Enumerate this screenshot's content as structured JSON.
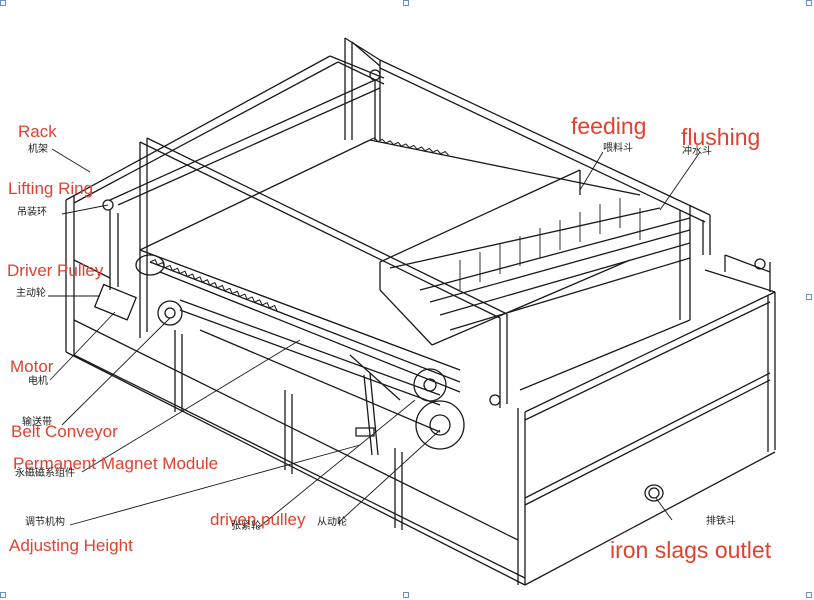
{
  "labels": {
    "rack": "Rack",
    "lifting_ring": "Lifting Ring",
    "driver_pulley": "Driver Pulley",
    "motor": "Motor",
    "belt_conveyor": "Belt Conveyor",
    "permanent_magnet_module": "Permanent Magnet Module",
    "adjusting_height": "Adjusting Height",
    "driven_pulley": "driven pulley",
    "feeding": "feeding",
    "flushing": "flushing",
    "iron_slags_outlet": "iron slags outlet"
  },
  "cn_labels": {
    "rack": "机架",
    "lifting_ring": "吊装环",
    "driver_pulley": "主动轮",
    "motor": "电机",
    "belt_conveyor": "输送带",
    "permanent_magnet_module": "永磁磁系组件",
    "adjusting_height": "调节机构",
    "driven_pulley": "从动轮",
    "tension_pulley": "张紧轮",
    "feeding": "喂料斗",
    "flushing": "冲水斗",
    "iron_slags_outlet": "排铁斗"
  },
  "colors": {
    "label_red": "#e2412f",
    "line": "#1a1a1a",
    "selection_handle": "#6a8fd0"
  }
}
